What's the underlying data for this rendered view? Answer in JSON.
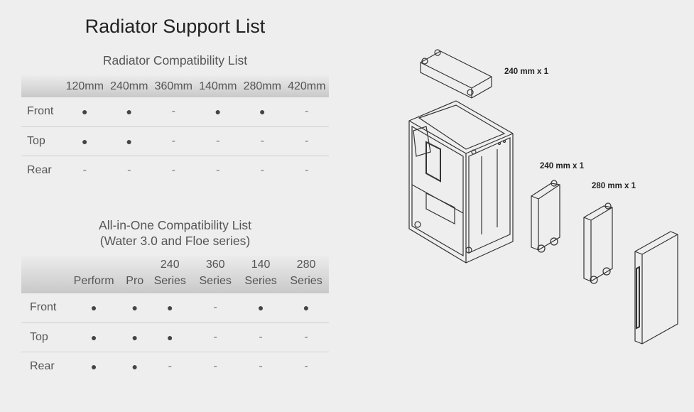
{
  "title": "Radiator Support List",
  "radiator": {
    "subtitle": "Radiator Compatibility List",
    "columns": [
      "120mm",
      "240mm",
      "360mm",
      "140mm",
      "280mm",
      "420mm"
    ],
    "rows": [
      {
        "label": "Front",
        "cells": [
          "●",
          "●",
          "-",
          "●",
          "●",
          "-"
        ]
      },
      {
        "label": "Top",
        "cells": [
          "●",
          "●",
          "-",
          "-",
          "-",
          "-"
        ]
      },
      {
        "label": "Rear",
        "cells": [
          "-",
          "-",
          "-",
          "-",
          "-",
          "-"
        ]
      }
    ]
  },
  "aio": {
    "subtitle_line1": "All-in-One Compatibility List",
    "subtitle_line2": "(Water 3.0 and Floe series)",
    "columns": [
      {
        "l1": "",
        "l2": "Perform"
      },
      {
        "l1": "",
        "l2": "Pro"
      },
      {
        "l1": "240",
        "l2": "Series"
      },
      {
        "l1": "360",
        "l2": "Series"
      },
      {
        "l1": "140",
        "l2": "Series"
      },
      {
        "l1": "280",
        "l2": "Series"
      }
    ],
    "rows": [
      {
        "label": "Front",
        "cells": [
          "●",
          "●",
          "●",
          "-",
          "●",
          "●"
        ]
      },
      {
        "label": "Top",
        "cells": [
          "●",
          "●",
          "●",
          "-",
          "-",
          "-"
        ]
      },
      {
        "label": "Rear",
        "cells": [
          "●",
          "●",
          "-",
          "-",
          "-",
          "-"
        ]
      }
    ]
  },
  "illustration": {
    "top_radiator": "240 mm x 1",
    "front_radiator_240": "240 mm x 1",
    "front_radiator_280": "280 mm x 1"
  }
}
